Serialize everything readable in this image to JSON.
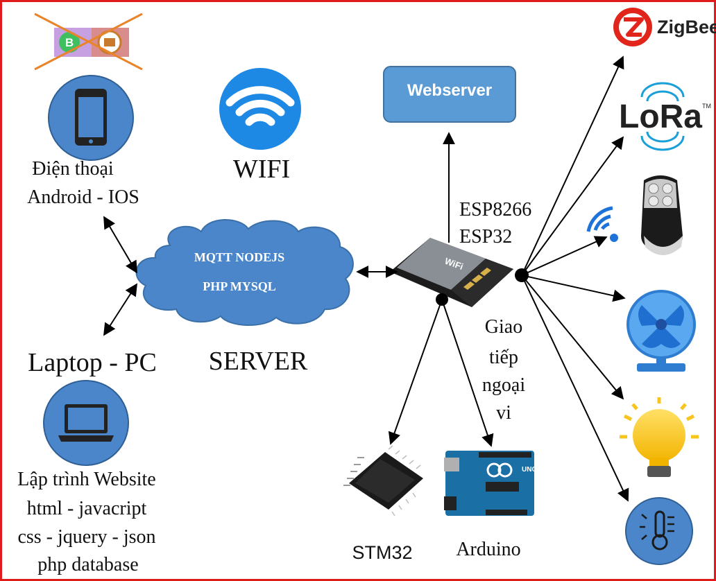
{
  "phone": {
    "line1": "Điện thoại",
    "line2": "Android - IOS"
  },
  "wifi": {
    "label": "WIFI"
  },
  "server": {
    "cloud_line1": "MQTT NODEJS",
    "cloud_line2": "PHP MYSQL",
    "label": "SERVER"
  },
  "laptop": {
    "title": "Laptop - PC",
    "lines": [
      "Lập trình Website",
      "html - javacript",
      "css - jquery - json",
      "php database"
    ]
  },
  "webserver": {
    "label": "Webserver"
  },
  "esp": {
    "line1": "ESP8266",
    "line2": "ESP32",
    "chip_text": "WiFi"
  },
  "peripheral": {
    "lines": [
      "Giao",
      "tiếp",
      "ngoại",
      "vi"
    ]
  },
  "mcu": {
    "stm32": "STM32",
    "arduino": "Arduino",
    "arduino_badge": "UNO"
  },
  "logos": {
    "zigbee": "ZigBee",
    "lora": "LoRa",
    "lora_tm": "TM"
  },
  "colors": {
    "frame": "#e01b1b",
    "icon_blue": "#4a86c9",
    "webserver_fill": "#5b9bd5",
    "cloud": "#4a86c9",
    "arduino_board": "#1a6fa5",
    "fan": "#3d8ee0",
    "bulb": "#f7c51e"
  }
}
